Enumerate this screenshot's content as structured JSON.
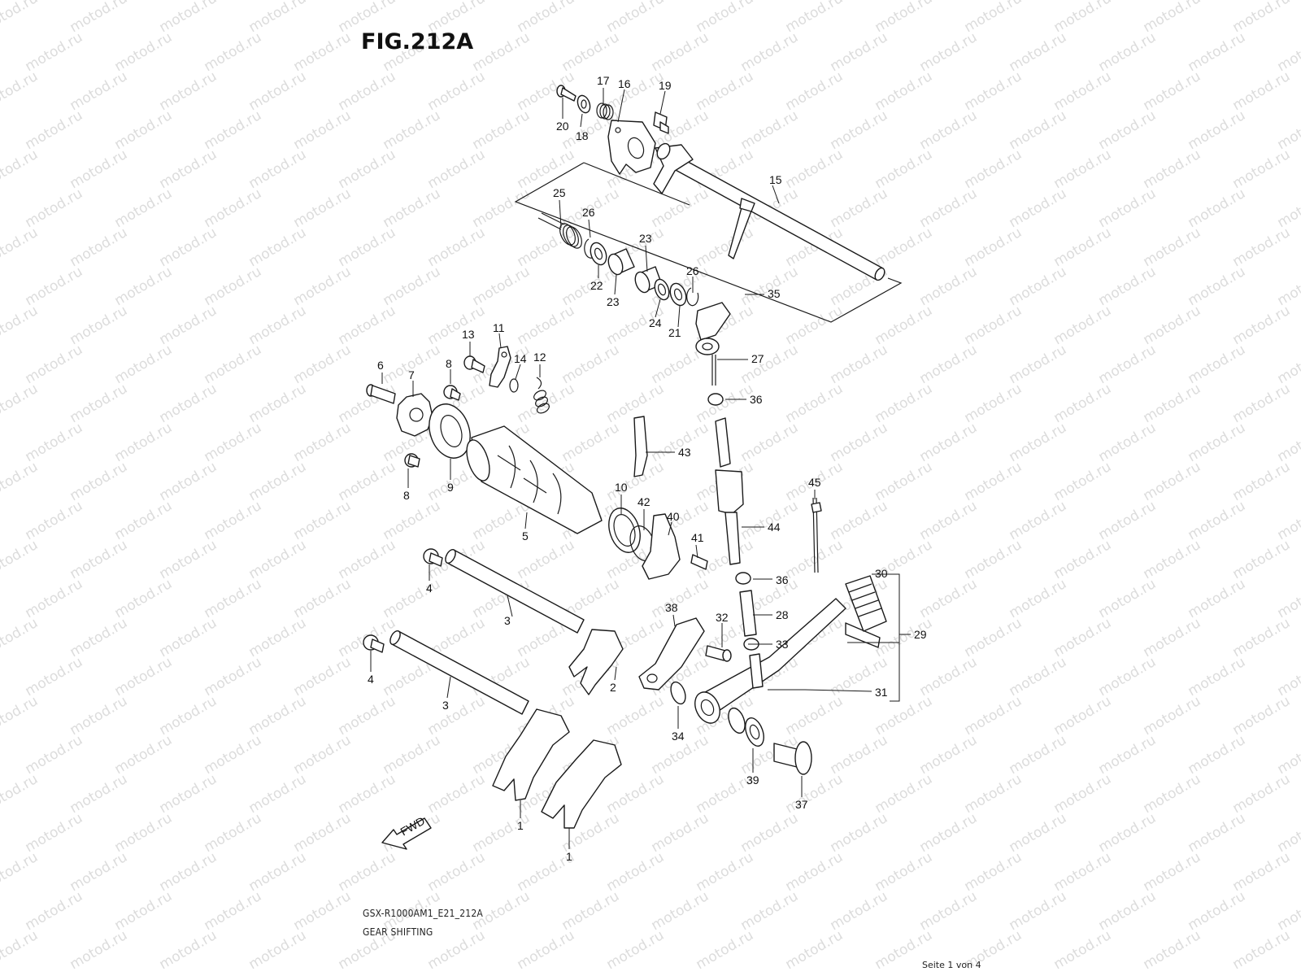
{
  "figure": {
    "title": "FIG.212A",
    "model_code": "GSX-R1000AM1_E21_212A",
    "section_name": "GEAR SHIFTING",
    "page_info": "Seite 1 von 4"
  },
  "watermark": {
    "text": "motod.ru",
    "color": "#dcdcdc"
  },
  "direction_marker": {
    "text": "FWD"
  },
  "callouts": [
    {
      "id": "c17",
      "label": "17"
    },
    {
      "id": "c16",
      "label": "16"
    },
    {
      "id": "c19",
      "label": "19"
    },
    {
      "id": "c20",
      "label": "20"
    },
    {
      "id": "c18",
      "label": "18"
    },
    {
      "id": "c15",
      "label": "15"
    },
    {
      "id": "c25",
      "label": "25"
    },
    {
      "id": "c26a",
      "label": "26"
    },
    {
      "id": "c23a",
      "label": "23"
    },
    {
      "id": "c26b",
      "label": "26"
    },
    {
      "id": "c22",
      "label": "22"
    },
    {
      "id": "c23b",
      "label": "23"
    },
    {
      "id": "c35",
      "label": "35"
    },
    {
      "id": "c24",
      "label": "24"
    },
    {
      "id": "c21",
      "label": "21"
    },
    {
      "id": "c13",
      "label": "13"
    },
    {
      "id": "c11",
      "label": "11"
    },
    {
      "id": "c14",
      "label": "14"
    },
    {
      "id": "c12",
      "label": "12"
    },
    {
      "id": "c6",
      "label": "6"
    },
    {
      "id": "c8a",
      "label": "8"
    },
    {
      "id": "c7",
      "label": "7"
    },
    {
      "id": "c27",
      "label": "27"
    },
    {
      "id": "c36a",
      "label": "36"
    },
    {
      "id": "c43",
      "label": "43"
    },
    {
      "id": "c8b",
      "label": "8"
    },
    {
      "id": "c9",
      "label": "9"
    },
    {
      "id": "c10",
      "label": "10"
    },
    {
      "id": "c45",
      "label": "45"
    },
    {
      "id": "c42",
      "label": "42"
    },
    {
      "id": "c40",
      "label": "40"
    },
    {
      "id": "c5",
      "label": "5"
    },
    {
      "id": "c44",
      "label": "44"
    },
    {
      "id": "c41",
      "label": "41"
    },
    {
      "id": "c36b",
      "label": "36"
    },
    {
      "id": "c30",
      "label": "30"
    },
    {
      "id": "c4a",
      "label": "4"
    },
    {
      "id": "c28",
      "label": "28"
    },
    {
      "id": "c3a",
      "label": "3"
    },
    {
      "id": "c38",
      "label": "38"
    },
    {
      "id": "c32",
      "label": "32"
    },
    {
      "id": "c29",
      "label": "29"
    },
    {
      "id": "c33",
      "label": "33"
    },
    {
      "id": "c2",
      "label": "2"
    },
    {
      "id": "c4b",
      "label": "4"
    },
    {
      "id": "c31",
      "label": "31"
    },
    {
      "id": "c3b",
      "label": "3"
    },
    {
      "id": "c34",
      "label": "34"
    },
    {
      "id": "c39",
      "label": "39"
    },
    {
      "id": "c37",
      "label": "37"
    },
    {
      "id": "c1a",
      "label": "1"
    },
    {
      "id": "c1b",
      "label": "1"
    }
  ]
}
